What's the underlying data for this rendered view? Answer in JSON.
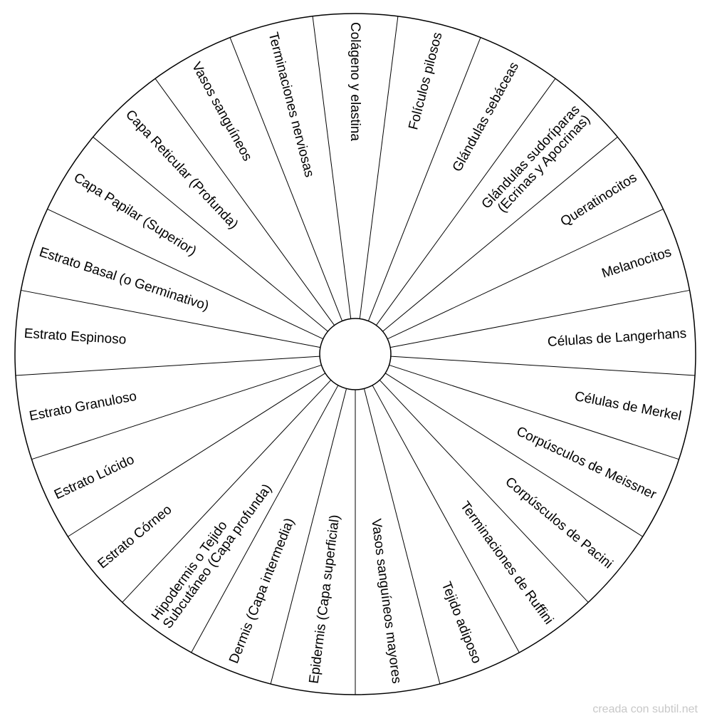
{
  "wheel": {
    "segments": [
      [
        "Colágeno y elastina"
      ],
      [
        "Folículos pilosos"
      ],
      [
        "Glándulas sebáceas"
      ],
      [
        "Glándulas sudoríparas",
        "(Ecrinas y Apocrinas)"
      ],
      [
        "Queratinocitos"
      ],
      [
        "Melanocitos"
      ],
      [
        "Células de Langerhans"
      ],
      [
        "Células de Merkel"
      ],
      [
        "Corpúsculos de Meissner"
      ],
      [
        "Corpúsculos de Pacini"
      ],
      [
        "Terminaciones de Ruffini"
      ],
      [
        "Tejido adiposo"
      ],
      [
        "Vasos sanguíneos mayores"
      ],
      [
        "Epidermis (Capa superficial)"
      ],
      [
        "Dermis (Capa intermedia)"
      ],
      [
        "Hipodermis o Tejido",
        "Subcutáneo (Capa profunda)"
      ],
      [
        "Estrato Córneo"
      ],
      [
        "Estrato Lúcido"
      ],
      [
        "Estrato Granuloso"
      ],
      [
        "Estrato Espinoso"
      ],
      [
        "Estrato Basal (o Germinativo)"
      ],
      [
        "Capa Papilar (Superior)"
      ],
      [
        "Capa Reticular (Profunda)"
      ],
      [
        "Vasos sanguíneos"
      ],
      [
        "Terminaciones nerviosas"
      ]
    ]
  },
  "watermark": "creada con subtil.net"
}
